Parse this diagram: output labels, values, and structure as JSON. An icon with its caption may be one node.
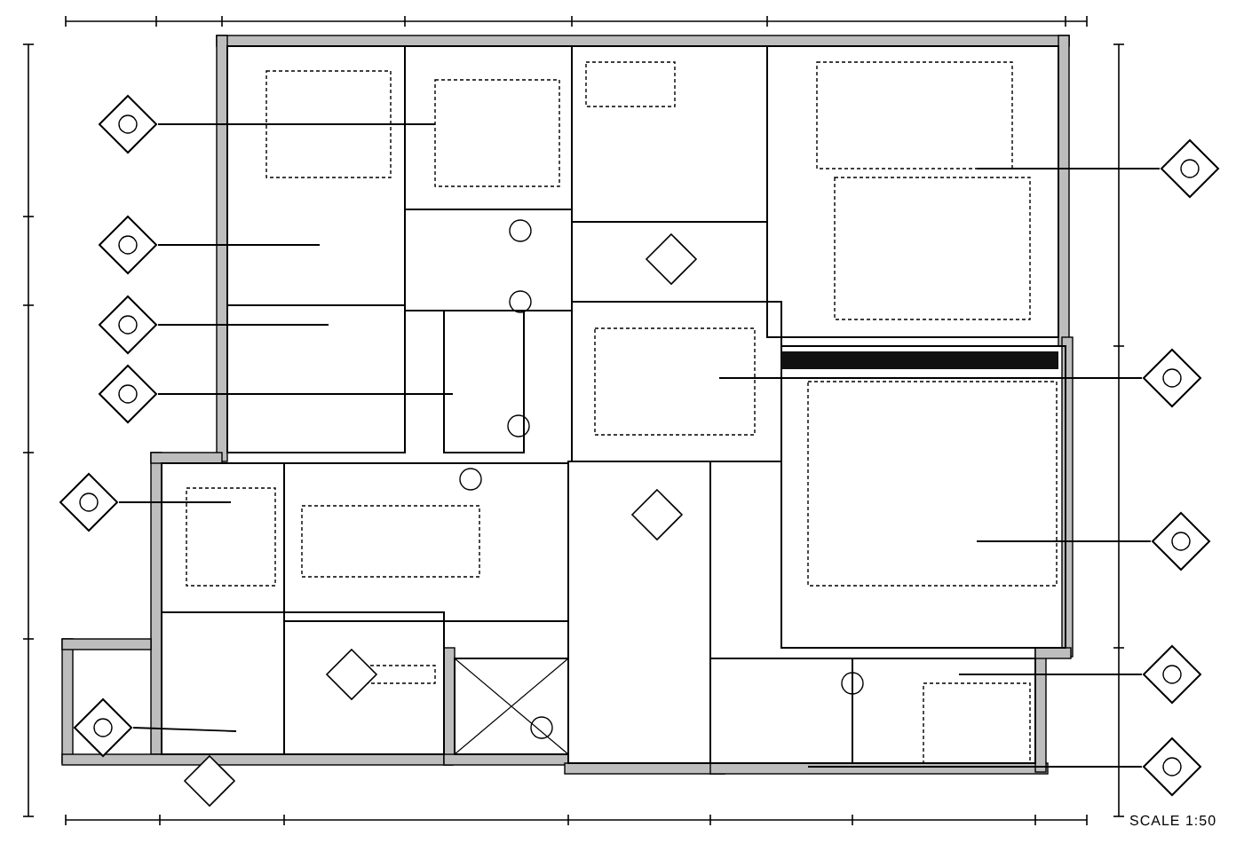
{
  "diagram": {
    "nodes": [
      {
        "text": [],
        "shape": "diamond"
      },
      {
        "text": [],
        "shape": "diamond"
      },
      {
        "text": [],
        "shape": "diamond"
      },
      {
        "text": [],
        "shape": "diamond"
      },
      {
        "text": [],
        "shape": "diamond"
      },
      {
        "text": [],
        "shape": "diamond"
      },
      {
        "text": [],
        "shape": "diamond"
      },
      {
        "text": [],
        "shape": "diamond"
      },
      {
        "text": [],
        "shape": "diamond"
      },
      {
        "text": [],
        "shape": "diamond"
      },
      {
        "text": [],
        "shape": "diamond"
      }
    ],
    "edges": [
      {
        "from": 0,
        "to": null,
        "arrow": "none"
      },
      {
        "from": 1,
        "to": null,
        "arrow": "none"
      },
      {
        "from": 2,
        "to": null,
        "arrow": "none"
      },
      {
        "from": 3,
        "to": null,
        "arrow": "none"
      },
      {
        "from": 4,
        "to": null,
        "arrow": "none"
      },
      {
        "from": 5,
        "to": null,
        "arrow": "none"
      },
      {
        "from": 6,
        "to": null,
        "arrow": "none"
      },
      {
        "from": 7,
        "to": null,
        "arrow": "none"
      },
      {
        "from": 8,
        "to": null,
        "arrow": "none"
      },
      {
        "from": 9,
        "to": null,
        "arrow": "none"
      },
      {
        "from": 10,
        "to": null,
        "arrow": "none"
      }
    ],
    "labels": [
      "SCALE 1:50"
    ]
  }
}
